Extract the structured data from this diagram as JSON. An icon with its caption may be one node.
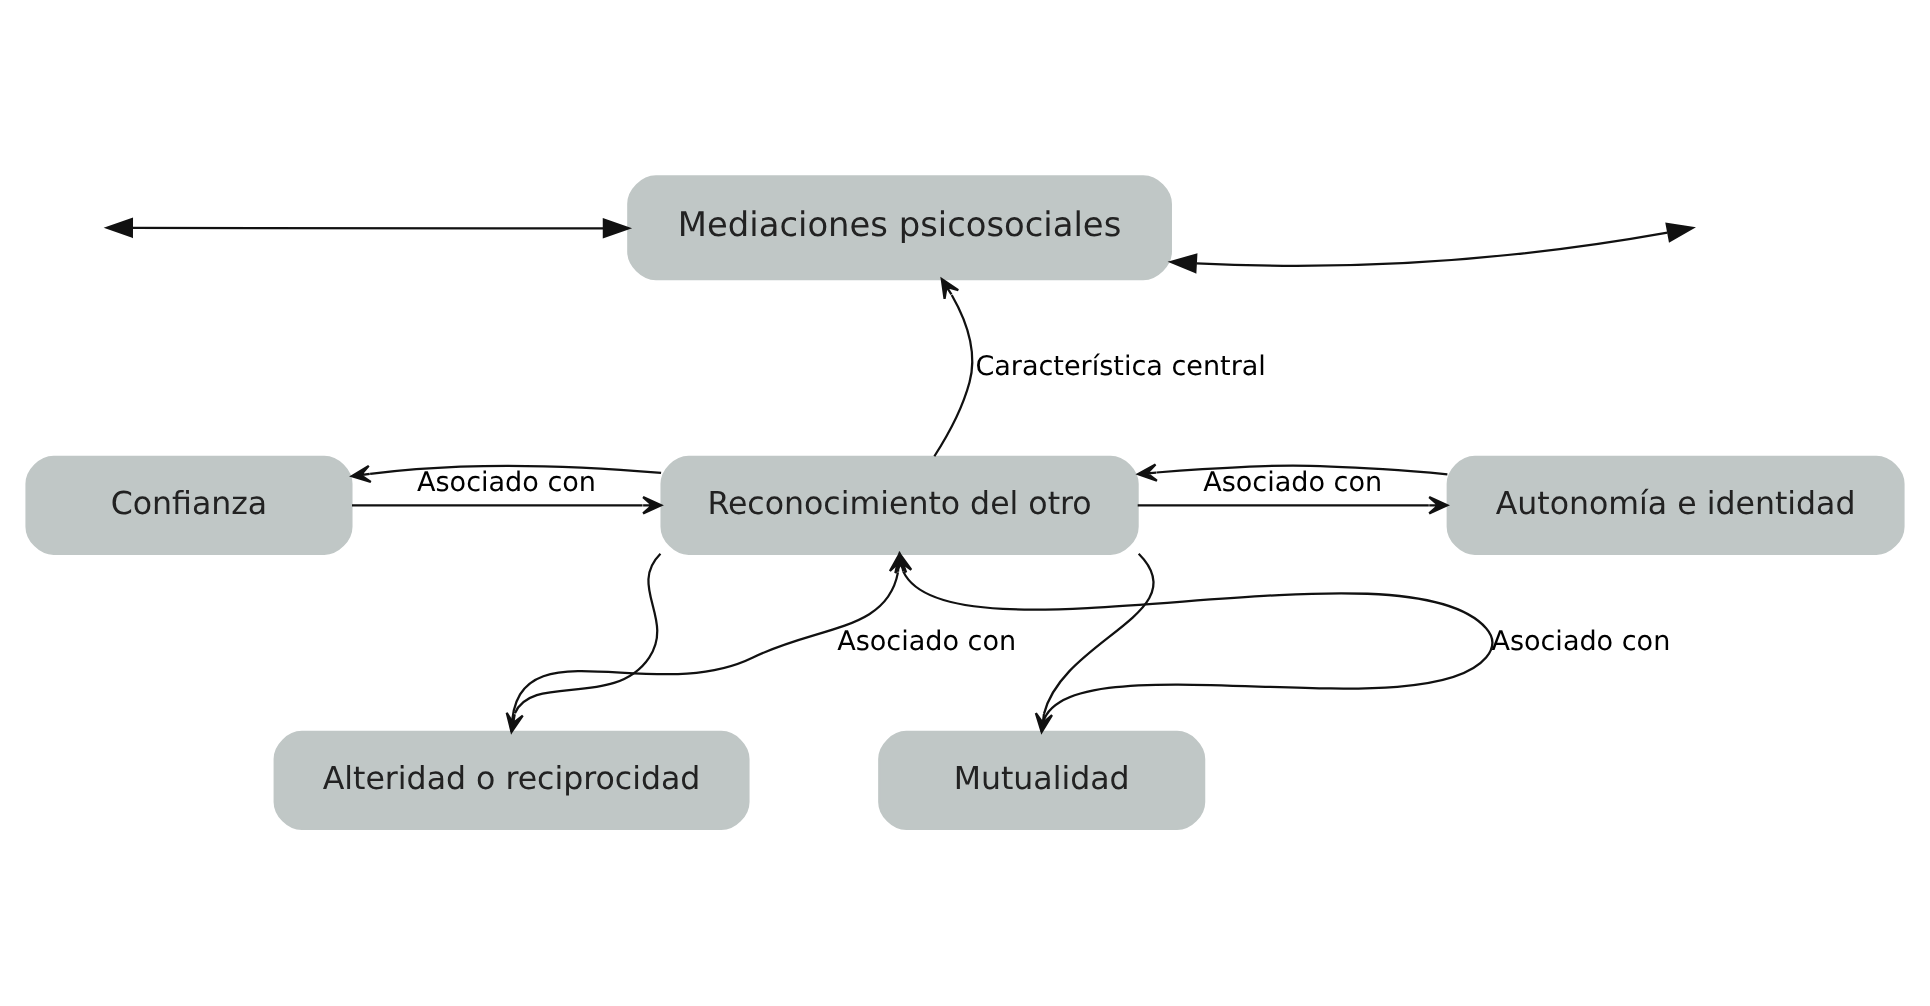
{
  "diagram": {
    "nodes": [
      {
        "text": [
          "Mediaciones psicosociales"
        ]
      },
      {
        "text": [
          "Confianza"
        ]
      },
      {
        "text": [
          "Reconocimiento del otro"
        ]
      },
      {
        "text": [
          "Autonomía e identidad"
        ]
      },
      {
        "text": [
          "Alteridad o reciprocidad"
        ]
      },
      {
        "text": [
          "Mutualidad"
        ]
      }
    ],
    "edges": [
      {
        "from": 0,
        "to": null,
        "arrow": "both"
      },
      {
        "from": 0,
        "to": null,
        "arrow": "both"
      },
      {
        "from": 2,
        "to": 0,
        "arrow": "to",
        "label": "Característica central"
      },
      {
        "from": 2,
        "to": 1,
        "arrow": "to"
      },
      {
        "from": 1,
        "to": 2,
        "arrow": "to",
        "label": "Asociado con"
      },
      {
        "from": 3,
        "to": 2,
        "arrow": "to"
      },
      {
        "from": 2,
        "to": 3,
        "arrow": "to",
        "label": "Asociado con"
      },
      {
        "from": 2,
        "to": 4,
        "arrow": "to"
      },
      {
        "from": 4,
        "to": 2,
        "arrow": "to",
        "label": "Asociado con"
      },
      {
        "from": 2,
        "to": 5,
        "arrow": "to"
      },
      {
        "from": 5,
        "to": 2,
        "arrow": "to",
        "label": "Asociado con"
      }
    ]
  }
}
